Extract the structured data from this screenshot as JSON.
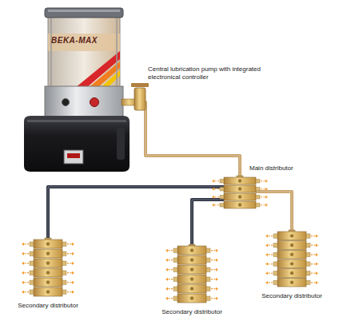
{
  "diagram": {
    "nodes": [
      {
        "text": [
          "Central lubrication pump with integrated electronical controller"
        ]
      },
      {
        "text": [
          "Main distributor"
        ]
      },
      {
        "text": [
          "Secondary distributor"
        ]
      },
      {
        "text": [
          "Secondary distributor"
        ]
      },
      {
        "text": [
          "Secondary distributor"
        ]
      }
    ],
    "edges": [
      {
        "from": 0,
        "to": 1,
        "arrow": "none"
      },
      {
        "from": 1,
        "to": 2,
        "arrow": "none"
      },
      {
        "from": 1,
        "to": 3,
        "arrow": "none"
      },
      {
        "from": 1,
        "to": 4,
        "arrow": "none"
      }
    ],
    "labels": [
      "BEKA-MAX"
    ]
  }
}
